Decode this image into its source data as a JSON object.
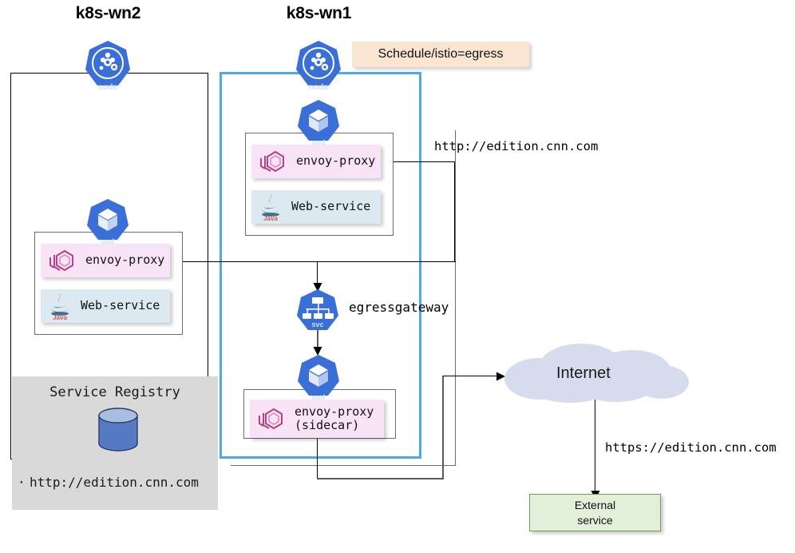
{
  "diagram": {
    "title_left": "k8s-wn2",
    "title_right": "k8s-wn1",
    "schedule_label": "Schedule/istio=egress",
    "gateway_label": "egressgateway",
    "url_http": "http://edition.cnn.com",
    "url_https": "https://edition.cnn.com",
    "internet_label": "Internet",
    "external_service_line1": "External",
    "external_service_line2": "service"
  },
  "registry": {
    "title": "Service Registry",
    "bullet": "·",
    "entry": "http://edition.cnn.com"
  },
  "pods": {
    "wn2": {
      "envoy_label": "envoy-proxy",
      "web_label": "Web-service",
      "pod_icon_caption": "pod"
    },
    "wn1_web": {
      "envoy_label": "envoy-proxy",
      "web_label": "Web-service",
      "pod_icon_caption": "pod"
    },
    "wn1_gateway": {
      "envoy_label": "envoy-proxy\n(sidecar)",
      "pod_icon_caption": "pod"
    }
  },
  "icons": {
    "node_caption": "node",
    "pod_caption": "pod",
    "svc_caption": "svc",
    "java_caption": "Java"
  },
  "colors": {
    "k8s_blue": "#3A6FD8",
    "istio_blue": "#4FA8E8",
    "envoy_pink": "#f9e3f7",
    "envoy_magenta": "#B6397E",
    "java_bg": "#dce9f1",
    "registry_gray": "#d9d9d9",
    "schedule_peach": "#fae5d3",
    "cloud_blue": "#d6dcee",
    "ext_green": "#e2efd9",
    "ext_green_border": "#6f9b55"
  }
}
